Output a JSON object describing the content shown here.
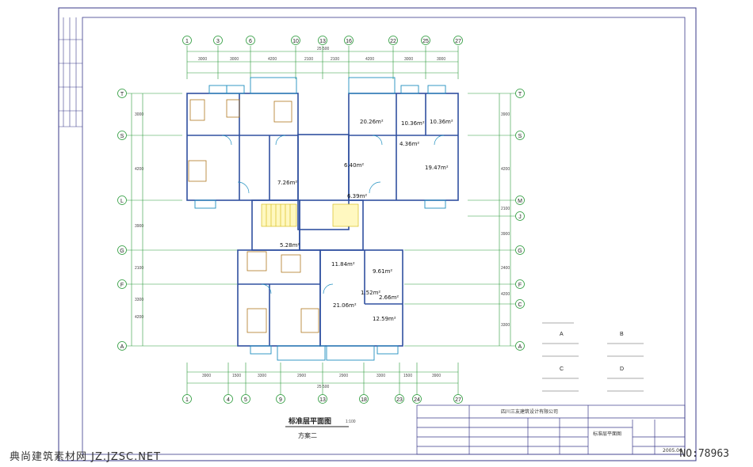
{
  "drawing": {
    "dim_total_top": "25 500",
    "dim_total_bottom": "25 500",
    "top_axes": [
      "1",
      "3",
      "6",
      "10",
      "13",
      "16",
      "22",
      "25",
      "27"
    ],
    "bottom_axes": [
      "1",
      "4",
      "5",
      "9",
      "13",
      "18",
      "23",
      "24",
      "27"
    ],
    "left_axes": [
      "T",
      "S",
      "L",
      "G",
      "F",
      "A"
    ],
    "right_axes": [
      "T",
      "S",
      "M",
      "J",
      "G",
      "F",
      "C",
      "A"
    ],
    "top_dims": [
      "3000",
      "3000",
      "4200",
      "2100",
      "2100",
      "4200",
      "3000",
      "3000"
    ],
    "bottom_dims": [
      "3900",
      "1500",
      "3300",
      "2900",
      "2900",
      "3300",
      "1500",
      "3900"
    ],
    "left_dims": [
      "3000",
      "4200",
      "3900",
      "2100",
      "3300",
      "4200"
    ],
    "right_dims": [
      "3900",
      "4200",
      "2100",
      "3900",
      "2400",
      "4200",
      "3300"
    ],
    "rooms": [
      {
        "label": "20.26m²",
        "kind": "area"
      },
      {
        "label": "10.36m²",
        "kind": "area"
      },
      {
        "label": "10.36m²",
        "kind": "area"
      },
      {
        "label": "4.36m²",
        "kind": "area"
      },
      {
        "label": "19.47m²",
        "kind": "area"
      },
      {
        "label": "6.40m²",
        "kind": "area"
      },
      {
        "label": "7.26m²",
        "kind": "area"
      },
      {
        "label": "6.39m²",
        "kind": "area"
      },
      {
        "label": "5.28m²",
        "kind": "area"
      },
      {
        "label": "11.84m²",
        "kind": "area"
      },
      {
        "label": "9.61m²",
        "kind": "area"
      },
      {
        "label": "1.52m²",
        "kind": "area"
      },
      {
        "label": "2.66m²",
        "kind": "area"
      },
      {
        "label": "21.06m²",
        "kind": "area"
      },
      {
        "label": "12.59m²",
        "kind": "area"
      }
    ],
    "plan_title": "标准层平面图",
    "plan_scale": "1:100",
    "plan_subtitle": "方案二",
    "legend_letters": [
      "A",
      "B",
      "C",
      "D"
    ]
  },
  "title_block": {
    "company": "四川三友建筑设计有限公司",
    "drawing_name": "标准层平面图",
    "date": "2005.06"
  },
  "watermark": "典尚建筑素材网 JZ.JZSC.NET",
  "serial": "NO:78963",
  "colors": {
    "ink": "#3a3a8a",
    "grid": "#2a9a3a",
    "wall": "#3050a0",
    "furniture": "#b07820",
    "stair": "#d8c020",
    "cyan": "#2090c0"
  }
}
